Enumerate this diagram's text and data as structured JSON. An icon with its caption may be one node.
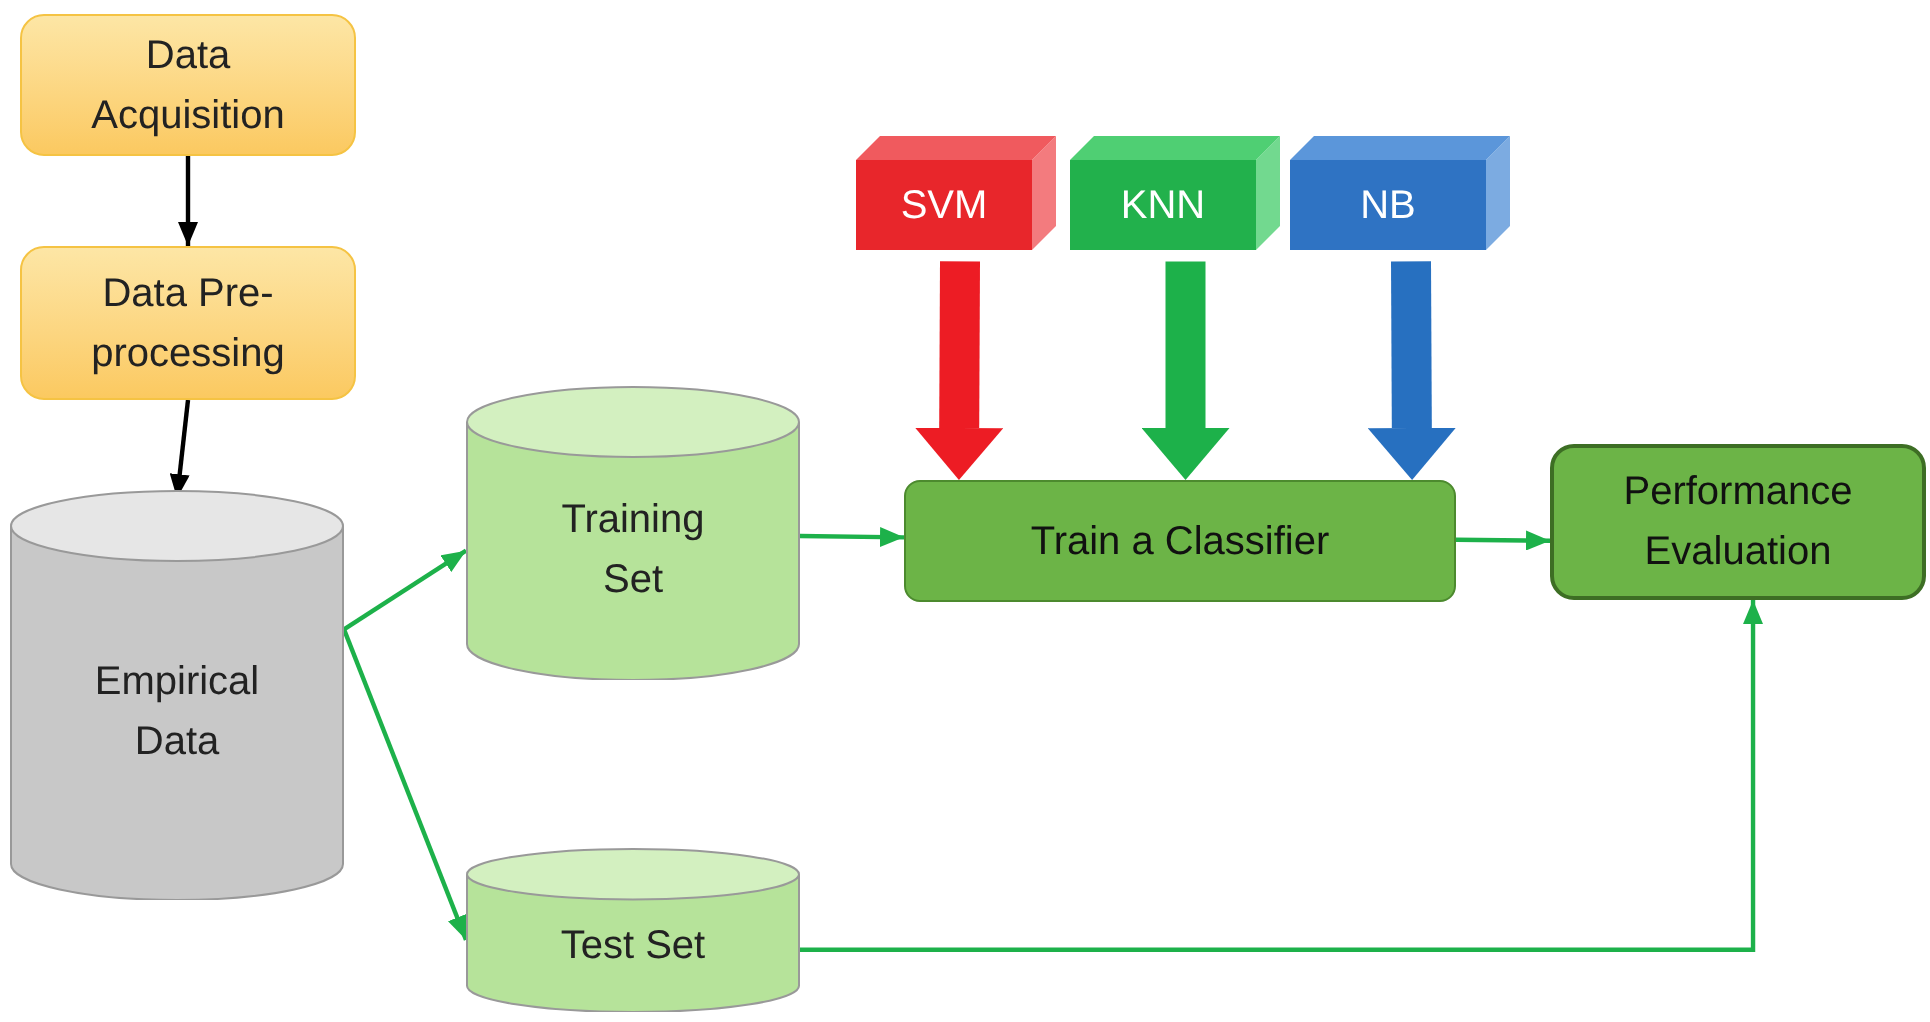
{
  "diagram": {
    "nodes": [
      {
        "text": [
          "Data Acquisition"
        ]
      },
      {
        "text": [
          "Data Pre-processing"
        ]
      },
      {
        "text": [
          "Empirical Data"
        ]
      },
      {
        "text": [
          "Training Set"
        ]
      },
      {
        "text": [
          "Test Set"
        ]
      },
      {
        "text": [
          "SVM"
        ]
      },
      {
        "text": [
          "KNN"
        ]
      },
      {
        "text": [
          "NB"
        ]
      },
      {
        "text": [
          "Train a Classifier"
        ]
      },
      {
        "text": [
          "Performance Evaluation"
        ]
      }
    ],
    "edges": [
      {
        "from": 0,
        "to": 1,
        "arrow": "to",
        "color": "#000000"
      },
      {
        "from": 1,
        "to": 2,
        "arrow": "to",
        "color": "#000000"
      },
      {
        "from": 2,
        "to": 3,
        "arrow": "to"
      },
      {
        "from": 2,
        "to": 4,
        "arrow": "to"
      },
      {
        "from": 3,
        "to": 8,
        "arrow": "to"
      },
      {
        "from": 5,
        "to": 8,
        "arrow": "to",
        "style": "thick",
        "color": "#ed1c24"
      },
      {
        "from": 6,
        "to": 8,
        "arrow": "to",
        "style": "thick"
      },
      {
        "from": 7,
        "to": 8,
        "arrow": "to",
        "style": "thick",
        "color": "#2770c0"
      },
      {
        "from": 8,
        "to": 9,
        "arrow": "to"
      },
      {
        "from": 4,
        "to": 9,
        "arrow": "to"
      }
    ]
  }
}
